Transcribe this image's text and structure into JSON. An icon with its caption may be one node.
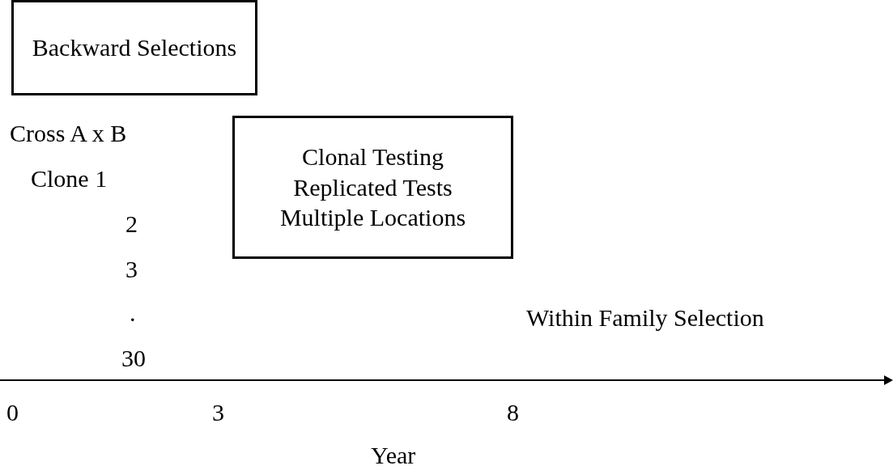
{
  "diagram": {
    "nodes": [
      {
        "text": [
          "Backward Selections"
        ]
      },
      {
        "text": [
          "Clonal Testing",
          "Replicated Tests",
          "Multiple Locations"
        ]
      }
    ],
    "labels": [
      "Cross A x B",
      "Clone 1",
      "2",
      "3",
      ".",
      "30",
      "Within Family Selection",
      "0",
      "3",
      "8",
      "Year"
    ]
  }
}
